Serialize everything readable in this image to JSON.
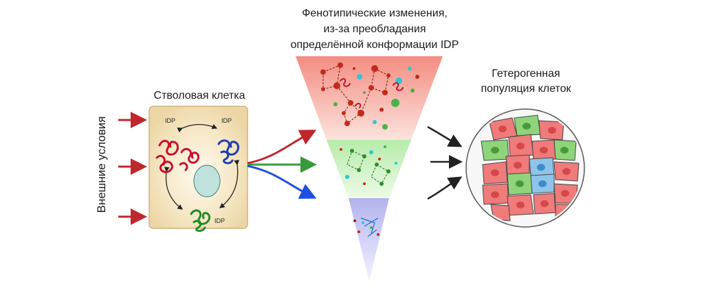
{
  "texts": {
    "side_label": "Внешние условия",
    "stem_cell_title": "Стволовая клетка",
    "top_title_line1": "Фенотипические изменения,",
    "top_title_line2": "из-за преобладания",
    "top_title_line3": "определённой конформации IDP",
    "population_title_line1": "Гетерогенная",
    "population_title_line2": "популяция клеток",
    "idp_label_1": "IDP",
    "idp_label_2": "IDP",
    "idp_label_3": "IDP"
  },
  "colors": {
    "arrow_red": "#c0272d",
    "arrow_green": "#3a9a3a",
    "arrow_blue": "#1f4fe0",
    "cell_fill": "#f1dfb3",
    "cell_border": "#cfb27a",
    "nucleus": "#bfe3dc",
    "protein_red": "#c8102e",
    "protein_blue": "#1d3fb0",
    "protein_green": "#1f8a2a",
    "cone_red": "#f4a49a",
    "cone_green": "#c9f0c0",
    "cone_blue": "#c9c9f2",
    "pop_red": "#f07b7b",
    "pop_green": "#8fd47a",
    "pop_blue": "#8fc4ea"
  }
}
